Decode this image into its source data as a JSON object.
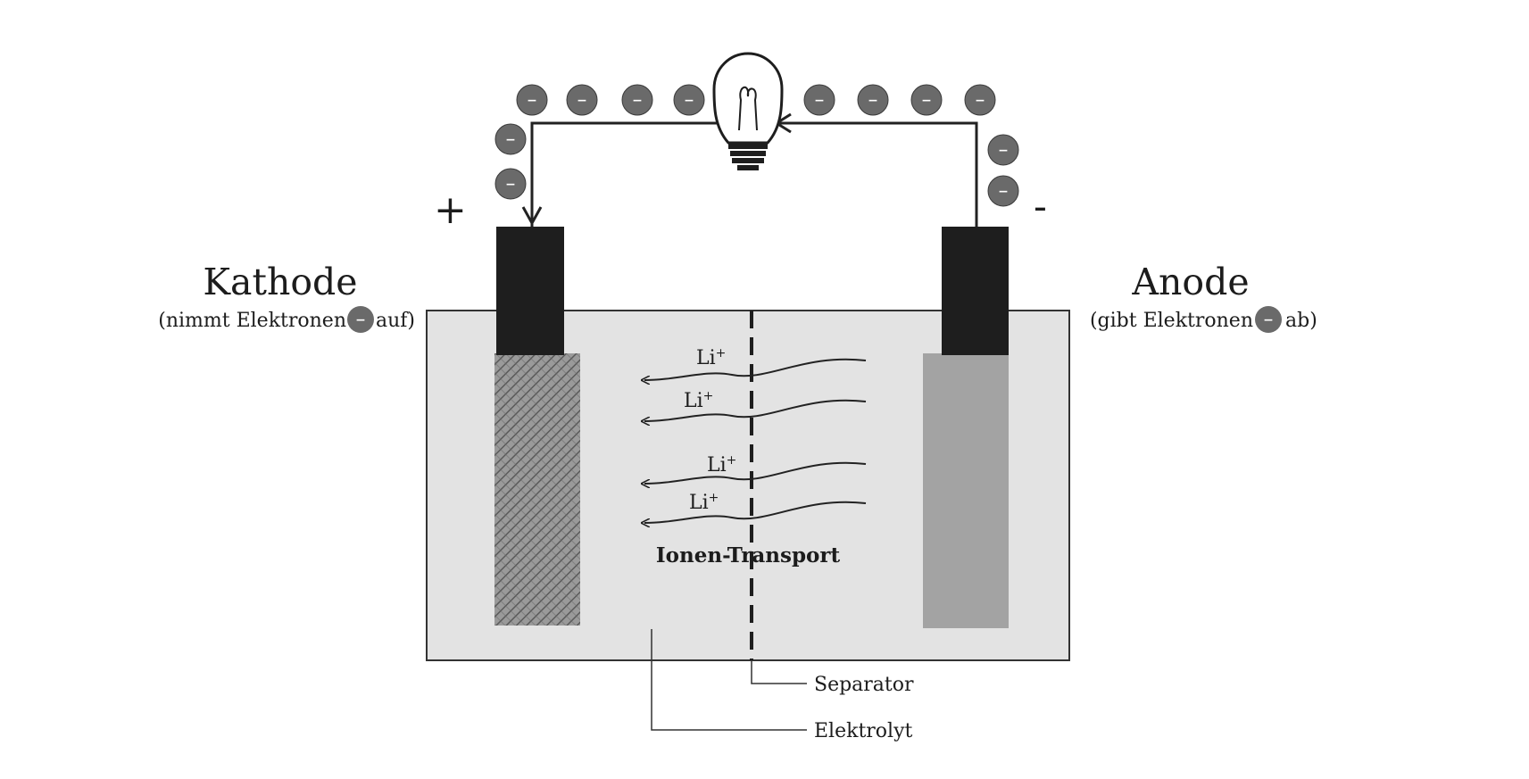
{
  "cathode": {
    "title": "Kathode",
    "subtitle_pre": "(nimmt Elektronen",
    "subtitle_post": "auf)",
    "terminal_sign": "+"
  },
  "anode": {
    "title": "Anode",
    "subtitle_pre": "(gibt Elektronen",
    "subtitle_post": "ab)",
    "terminal_sign": "-"
  },
  "electron_symbol": "−",
  "ions": {
    "label": "Li",
    "charge": "+",
    "count": 4
  },
  "transport_label": "Ionen-Transport",
  "callouts": {
    "separator": "Separator",
    "electrolyte": "Elektrolyt"
  },
  "colors": {
    "electrode_cap": "#1e1e1e",
    "cathode_body": "#8c8c8c",
    "anode_body": "#a3a3a3",
    "electrolyte": "#e3e3e3",
    "electron": "#6a6a6a",
    "wire": "#222222"
  }
}
